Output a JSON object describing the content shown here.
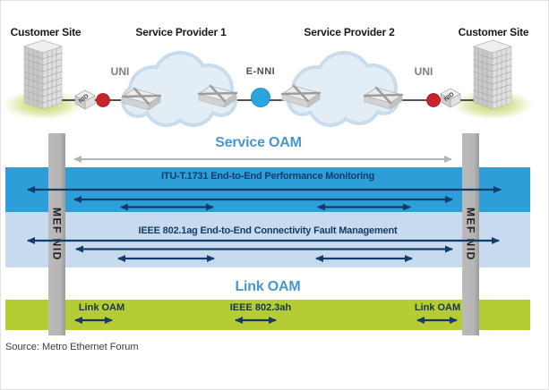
{
  "source_note": "Source: Metro Ethernet Forum",
  "top": {
    "customer_site_left": "Customer Site",
    "service_provider_1": "Service Provider 1",
    "service_provider_2": "Service Provider 2",
    "customer_site_right": "Customer Site",
    "uni_left": "UNI",
    "enni": "E-NNI",
    "uni_right": "UNI",
    "nid_left": "NID",
    "nid_right": "NID"
  },
  "mef_nid_bar_left": "MEF NID",
  "mef_nid_bar_right": "MEF NID",
  "service_oam": {
    "heading": "Service OAM",
    "performance_title": "ITU-T.1731 End-to-End Performance Monitoring",
    "cfm_title": "IEEE 802.1ag End-to-End Connectivity Fault Management"
  },
  "link_oam": {
    "heading": "Link OAM",
    "left_label": "Link OAM",
    "center_label": "IEEE 802.3ah",
    "right_label": "Link OAM"
  },
  "colors": {
    "heading_blue": "#4696D2",
    "performance_band": "#2E9ED9",
    "cfm_band": "#C8DAEE",
    "link_band": "#B5CC35",
    "navy_arrow": "#143C6B",
    "service_oam_arrow_gray": "#B3B3B3",
    "gray_bar": "#B5B5B5",
    "uni_dot_red": "#C9242B",
    "enni_dot_blue": "#2BA5DE"
  }
}
